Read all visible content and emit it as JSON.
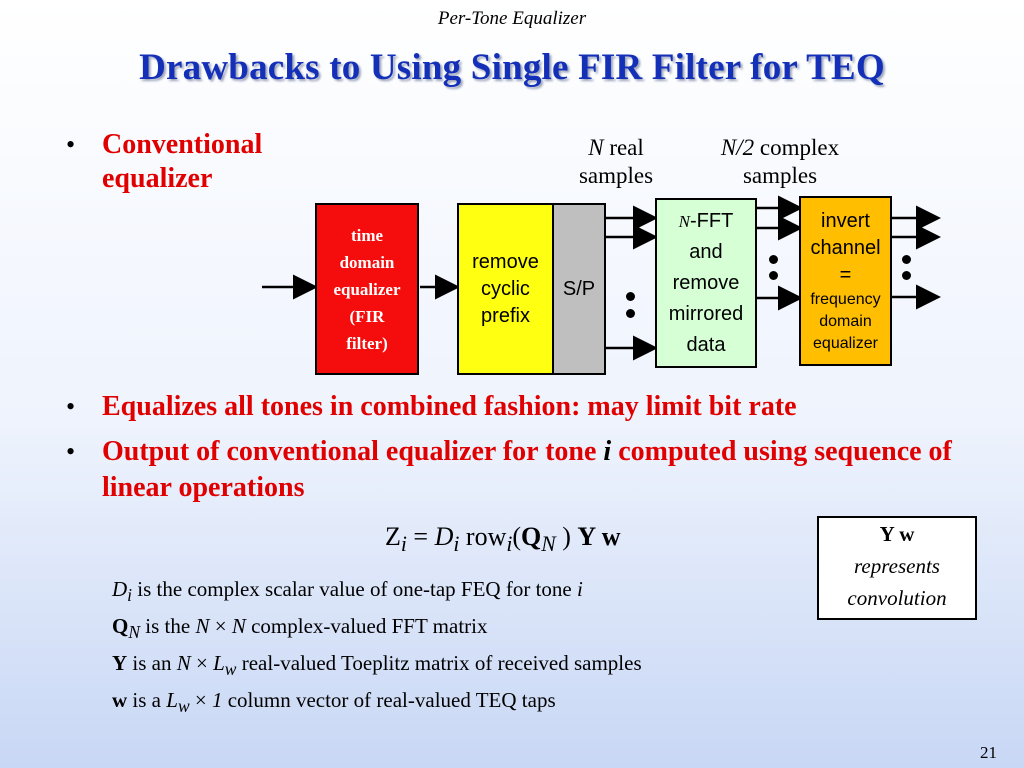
{
  "header": "Per-Tone Equalizer",
  "title": "Drawbacks to Using Single FIR Filter for TEQ",
  "bullet_glyph": "•",
  "bullets": {
    "b1": [
      "Conventional",
      "equalizer"
    ],
    "b2": "Equalizes all tones in combined fashion: may limit bit rate",
    "b3_pre": "Output of conventional equalizer for tone ",
    "b3_var": "i",
    "b3_post": " computed using sequence of linear operations"
  },
  "diagram": {
    "label_real": {
      "var": "N",
      "line1": " real",
      "line2": "samples"
    },
    "label_complex": {
      "var": "N/2",
      "line1": " complex",
      "line2": "samples"
    },
    "tdeq": [
      "time",
      "domain",
      "equalizer",
      "(FIR",
      "filter)"
    ],
    "rcp": [
      "remove",
      "cyclic",
      "prefix"
    ],
    "sp": "S/P",
    "fft": {
      "var": "N",
      "rest": "-FFT",
      "lines": [
        "and",
        "remove",
        "mirrored",
        "data"
      ]
    },
    "feq": {
      "l1": "invert",
      "l2": "channel",
      "l3": "=",
      "l4": "frequency",
      "l5": "domain",
      "l6": "equalizer"
    }
  },
  "equation": {
    "Z": "Z",
    "i": "i",
    "eq": " = ",
    "D": "D",
    "row": " row",
    "Q": "Q",
    "N": "N",
    "rest": " ) ",
    "Yw": "Y w",
    "open": "("
  },
  "definitions": {
    "d1": {
      "sym": "D",
      "sub": "i",
      "text": " is the complex scalar value of one-tap FEQ for tone ",
      "var": "i"
    },
    "d2": {
      "sym": "Q",
      "sub": "N",
      "text": " is the ",
      "a": "N",
      "x": " × ",
      "b": "N",
      "rest": " complex-valued FFT matrix"
    },
    "d3": {
      "sym": "Y",
      "text": " is an ",
      "a": "N",
      "x": " × ",
      "b": "L",
      "bsub": "w",
      "rest": " real-valued Toeplitz matrix of received samples"
    },
    "d4": {
      "sym": "w",
      "text": " is a ",
      "a": "L",
      "asub": "w",
      "x": " × ",
      "b": "1",
      "rest": " column vector of real-valued TEQ taps"
    }
  },
  "note": {
    "l1": "Y w",
    "l2": "represents",
    "l3": "convolution"
  },
  "page_number": "21"
}
